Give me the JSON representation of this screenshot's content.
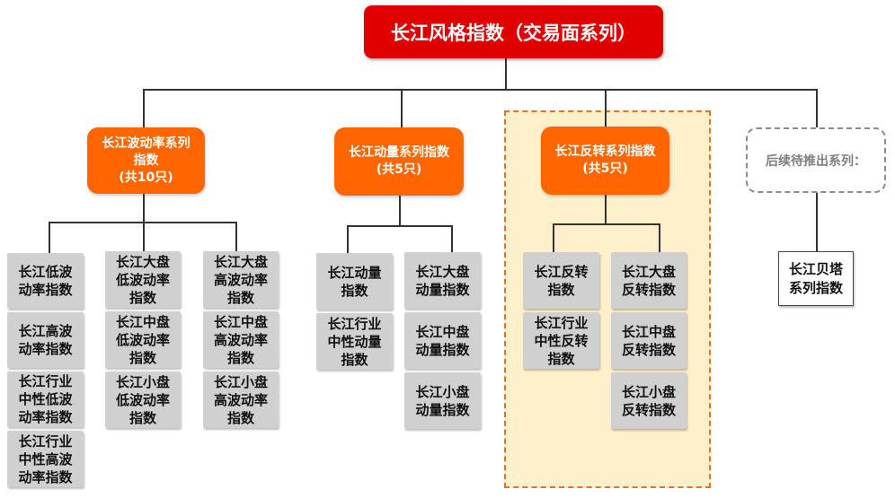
{
  "root": {
    "label": "长江风格指数（交易面系列）"
  },
  "colors": {
    "root": "#e00000",
    "series": "#ff6600",
    "leaf": "#d0d0d0",
    "highlight_bg": "#fff0cc",
    "highlight_border": "#f07020",
    "future_border": "#8c8c8c"
  },
  "series": [
    {
      "lines": [
        "长江波动率系列",
        "指数",
        "(共10只)"
      ],
      "columns": [
        [
          [
            "长江低波",
            "动率指数"
          ],
          [
            "长江高波",
            "动率指数"
          ],
          [
            "长江行业",
            "中性低波",
            "动率指数"
          ],
          [
            "长江行业",
            "中性高波",
            "动率指数"
          ]
        ],
        [
          [
            "长江大盘",
            "低波动率",
            "指数"
          ],
          [
            "长江中盘",
            "低波动率",
            "指数"
          ],
          [
            "长江小盘",
            "低波动率",
            "指数"
          ]
        ],
        [
          [
            "长江大盘",
            "高波动率",
            "指数"
          ],
          [
            "长江中盘",
            "高波动率",
            "指数"
          ],
          [
            "长江小盘",
            "高波动率",
            "指数"
          ]
        ]
      ]
    },
    {
      "lines": [
        "长江动量系列指数",
        "(共5只)"
      ],
      "columns": [
        [
          [
            "长江动量",
            "指数"
          ],
          [
            "长江行业",
            "中性动量",
            "指数"
          ]
        ],
        [
          [
            "长江大盘",
            "动量指数"
          ],
          [
            "长江中盘",
            "动量指数"
          ],
          [
            "长江小盘",
            "动量指数"
          ]
        ]
      ]
    },
    {
      "lines": [
        "长江反转系列指数",
        "(共5只)"
      ],
      "columns": [
        [
          [
            "长江反转",
            "指数"
          ],
          [
            "长江行业",
            "中性反转",
            "指数"
          ]
        ],
        [
          [
            "长江大盘",
            "反转指数"
          ],
          [
            "长江中盘",
            "反转指数"
          ],
          [
            "长江小盘",
            "反转指数"
          ]
        ]
      ]
    }
  ],
  "future": {
    "label": "后续待推出系列：",
    "child": [
      "长江贝塔",
      "系列指数"
    ]
  }
}
